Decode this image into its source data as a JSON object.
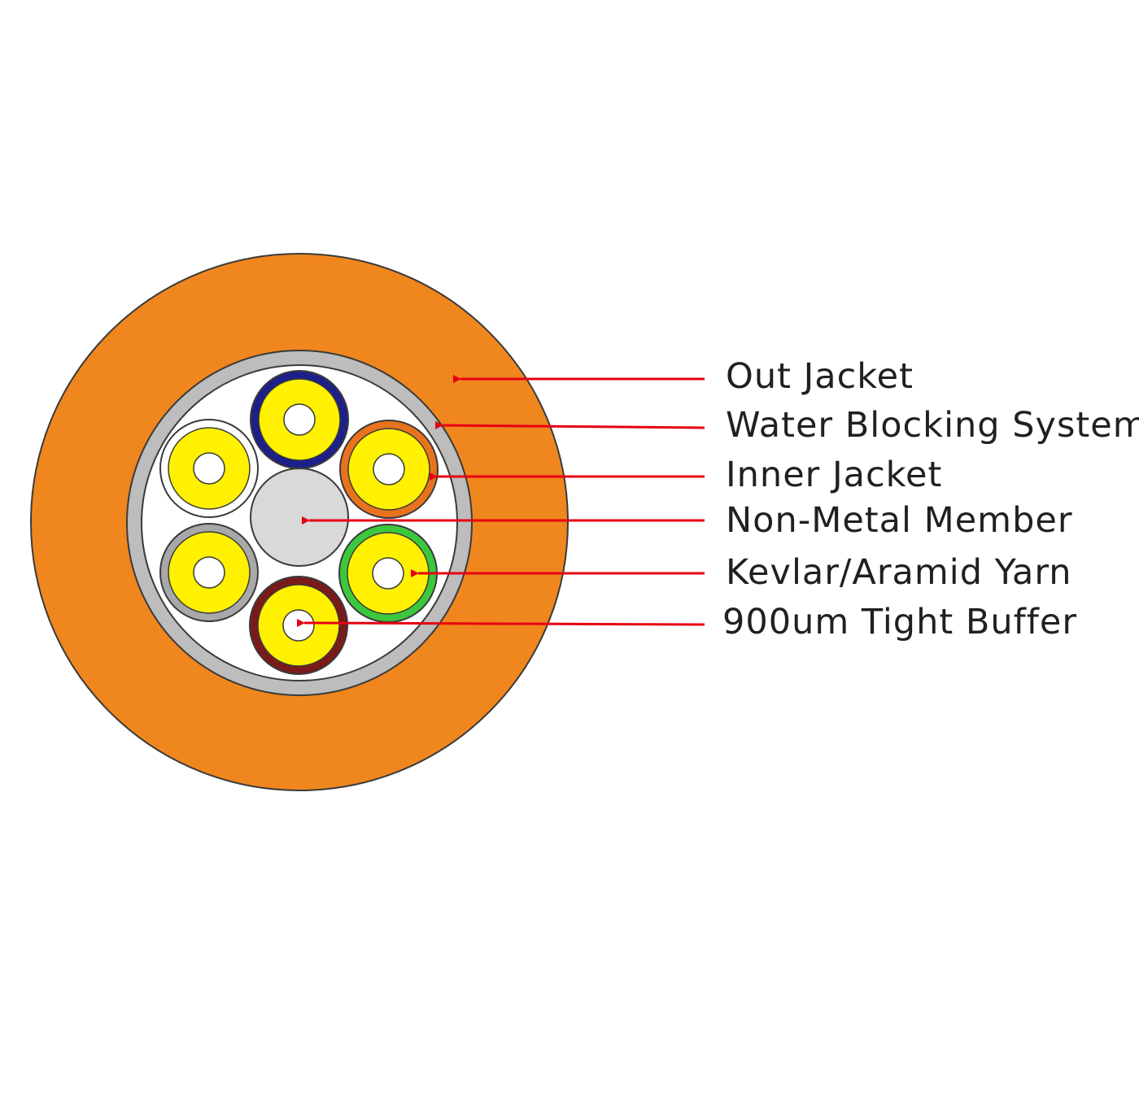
{
  "labels": [
    "Out Jacket",
    "Water Blocking System",
    "Inner Jacket",
    "Non-Metal Member",
    "Kevlar/Aramid Yarn",
    "900um Tight Buffer"
  ],
  "colors": {
    "background": "#ffffff",
    "outer_jacket": "#F0861E",
    "water_blocking": "#BDBDBD",
    "inner_fill": "#FFFFFF",
    "central_member": "#D9D9D9",
    "buffer_fill": "#FFF100",
    "fiber_core": "#FFFFFF",
    "outline": "#3A3A3A",
    "leader_line": "#E60012",
    "label_text": "#231F20"
  },
  "fiber_jacket_colors": [
    {
      "position": "top",
      "color": "#1D2088"
    },
    {
      "position": "upper-right",
      "color": "#E8731C"
    },
    {
      "position": "lower-right",
      "color": "#3CC83C"
    },
    {
      "position": "bottom",
      "color": "#7A1A1A"
    },
    {
      "position": "lower-left",
      "color": "#A8A8A8"
    },
    {
      "position": "upper-left",
      "color": "#FFFFFF"
    }
  ]
}
